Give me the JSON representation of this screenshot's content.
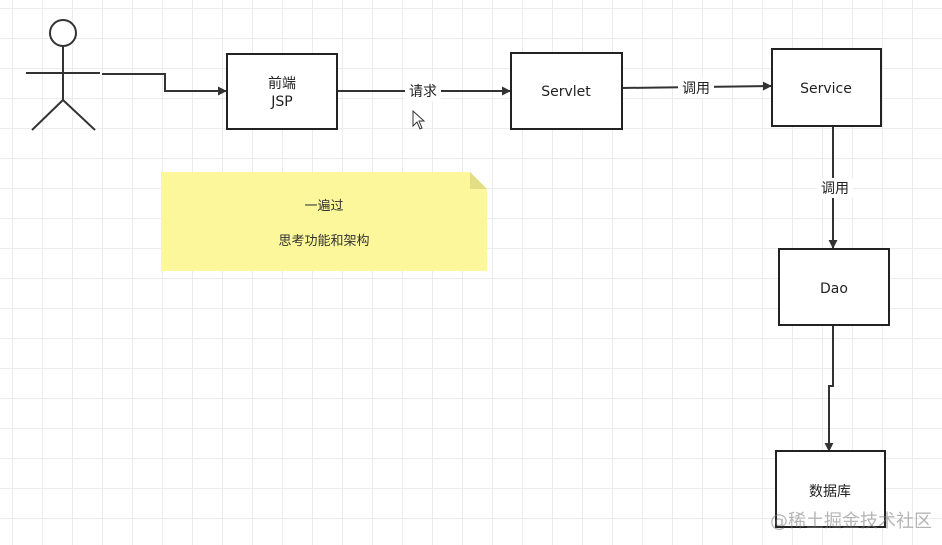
{
  "colors": {
    "stroke": "#222222",
    "note_fill": "#fbf79a",
    "note_fold": "#e2de86",
    "grid": "#ececec",
    "text": "#222222"
  },
  "nodes": {
    "frontend_line1": "前端",
    "frontend_line2": "JSP",
    "servlet": "Servlet",
    "service": "Service",
    "dao": "Dao",
    "database": "数据库"
  },
  "edges": {
    "request": "请求",
    "call_1": "调用",
    "call_2": "调用"
  },
  "note": {
    "line1": "一遍过",
    "line2": "思考功能和架构"
  },
  "watermark": "@稀土掘金技术社区"
}
